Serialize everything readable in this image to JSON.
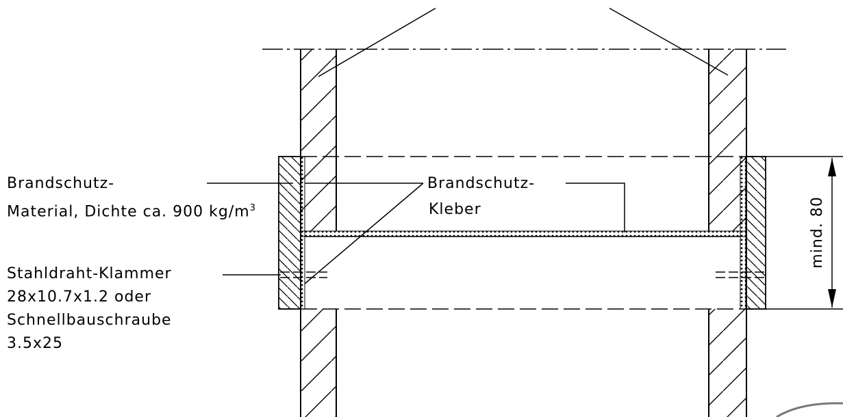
{
  "labels": {
    "material_line1": "Brandschutz-",
    "material_line2a": "Material, Dichte ca. 900 kg/m",
    "material_sup": "3",
    "kleber_line1": "Brandschutz-",
    "kleber_line2": "Kleber",
    "klammer_line1": "Stahldraht-Klammer",
    "klammer_line2": "28x10.7x1.2 oder",
    "klammer_line3": "Schnellbauschraube",
    "klammer_line4": "3.5x25",
    "dimension": "mind. 80"
  },
  "colors": {
    "line": "#000000",
    "background": "#ffffff"
  }
}
